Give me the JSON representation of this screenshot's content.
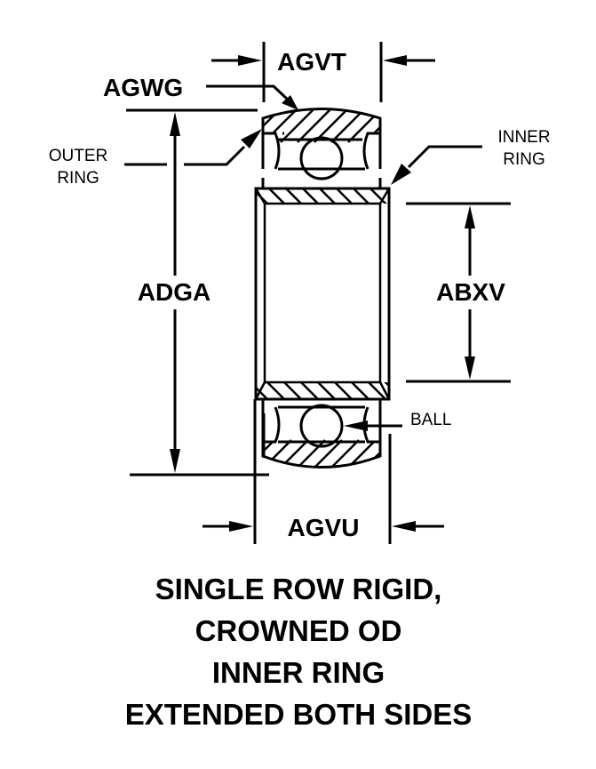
{
  "diagram": {
    "type": "bearing-cross-section",
    "colors": {
      "ink": "#000000",
      "background": "#ffffff"
    },
    "dimensions": {
      "agvt": "AGVT",
      "agwg": "AGWG",
      "adga": "ADGA",
      "abxv": "ABXV",
      "agvu": "AGVU"
    },
    "callouts": {
      "outer_ring_line1": "OUTER",
      "outer_ring_line2": "RING",
      "inner_ring_line1": "INNER",
      "inner_ring_line2": "RING",
      "ball": "BALL"
    },
    "caption": {
      "line1": "SINGLE ROW RIGID,",
      "line2": "CROWNED OD",
      "line3": "INNER RING",
      "line4": "EXTENDED BOTH SIDES"
    }
  }
}
